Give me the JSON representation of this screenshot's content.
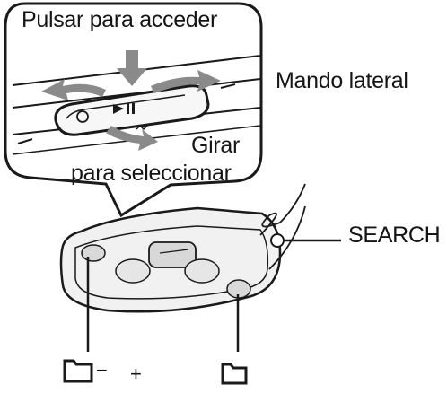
{
  "labels": {
    "press_to_access": "Pulsar para acceder",
    "turn_line1": "Girar",
    "turn_line2": "para seleccionar",
    "side_control": "Mando lateral",
    "search": "SEARCH",
    "minus": "−",
    "plus": "+"
  },
  "icons": {
    "play_pause": "play-pause-icon",
    "folder": "folder-icon"
  },
  "colors": {
    "line": "#1a1a1a",
    "arrow": "#8a8a8a",
    "remote_fill": "#f1f1f1"
  }
}
